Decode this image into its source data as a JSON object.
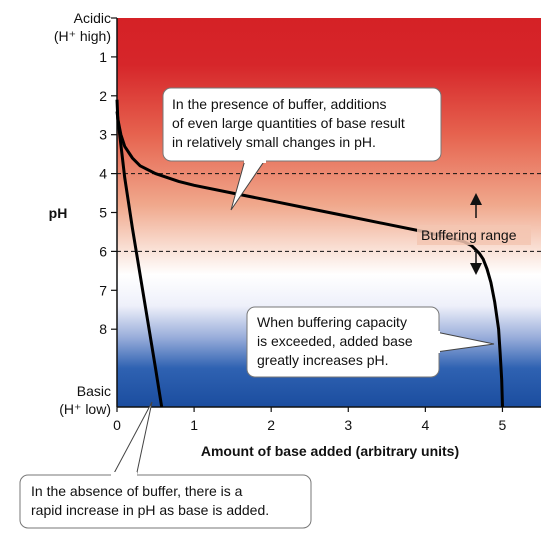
{
  "chart_data": {
    "type": "line",
    "xlabel": "Amount of base added (arbitrary units)",
    "ylabel": "pH",
    "xlim": [
      0,
      5.5
    ],
    "ylim": [
      10,
      0
    ],
    "x_ticks": [
      0,
      1,
      2,
      3,
      4,
      5
    ],
    "y_ticks": [
      1,
      2,
      3,
      4,
      5,
      6,
      7,
      8
    ],
    "y_top_label": [
      "Acidic",
      "(H⁺ high)"
    ],
    "y_bottom_label": [
      "Basic",
      "(H⁺ low)"
    ],
    "series": [
      {
        "x": [
          0,
          0.01,
          0.05,
          0.1,
          0.2,
          0.3,
          0.5,
          0.8,
          1.0,
          1.5,
          2.0,
          2.5,
          3.0,
          3.5,
          4.0,
          4.3,
          4.5,
          4.6,
          4.7,
          4.75,
          4.8,
          4.85,
          4.9,
          4.95,
          4.97,
          4.99,
          5.0
        ],
        "y": [
          2.1,
          2.6,
          3.0,
          3.3,
          3.6,
          3.8,
          4.0,
          4.2,
          4.3,
          4.5,
          4.7,
          4.9,
          5.1,
          5.3,
          5.5,
          5.65,
          5.75,
          5.85,
          6.05,
          6.2,
          6.45,
          6.8,
          7.3,
          8.0,
          8.6,
          9.3,
          10.0
        ]
      },
      {
        "x": [
          0,
          0.1,
          0.2,
          0.3,
          0.4,
          0.5,
          0.58
        ],
        "y": [
          2.4,
          4.1,
          5.4,
          6.6,
          7.8,
          9.0,
          10.0
        ]
      }
    ],
    "buffering_range": {
      "from": 4,
      "to": 6,
      "label": "Buffering range"
    },
    "annotations": {
      "buffer_presence": [
        "In the presence of buffer, additions",
        "of even large quantities of base result",
        "in relatively small changes in pH."
      ],
      "capacity_exceeded": [
        "When buffering capacity",
        "is exceeded, added base",
        "greatly increases pH."
      ],
      "no_buffer": [
        "In the absence of buffer, there is a",
        "rapid increase in pH as base is added."
      ]
    },
    "colors": {
      "acid": "#d52126",
      "neutral": "#ffffff",
      "base": "#1f55a4",
      "curve": "#000000"
    }
  }
}
